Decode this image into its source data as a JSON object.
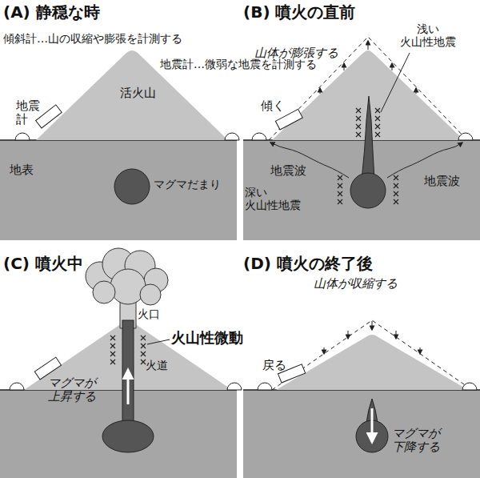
{
  "diagram": {
    "labels": [
      "(A) 静穏な時",
      "傾斜計…山の収縮や膨張を計測する",
      "地震計…微弱な地震を計測する",
      "地震計",
      "活火山",
      "地表",
      "マグマだまり",
      "(B) 噴火の直前",
      "浅い 火山性地震",
      "山体が膨張する",
      "傾く",
      "地震波",
      "地震波",
      "深い 火山性地震",
      "(C) 噴火中",
      "火口",
      "火山性微動",
      "火道",
      "マグマが 上昇する",
      "(D) 噴火の終了後",
      "山体が収縮する",
      "戻る",
      "マグマが 下降する"
    ]
  }
}
